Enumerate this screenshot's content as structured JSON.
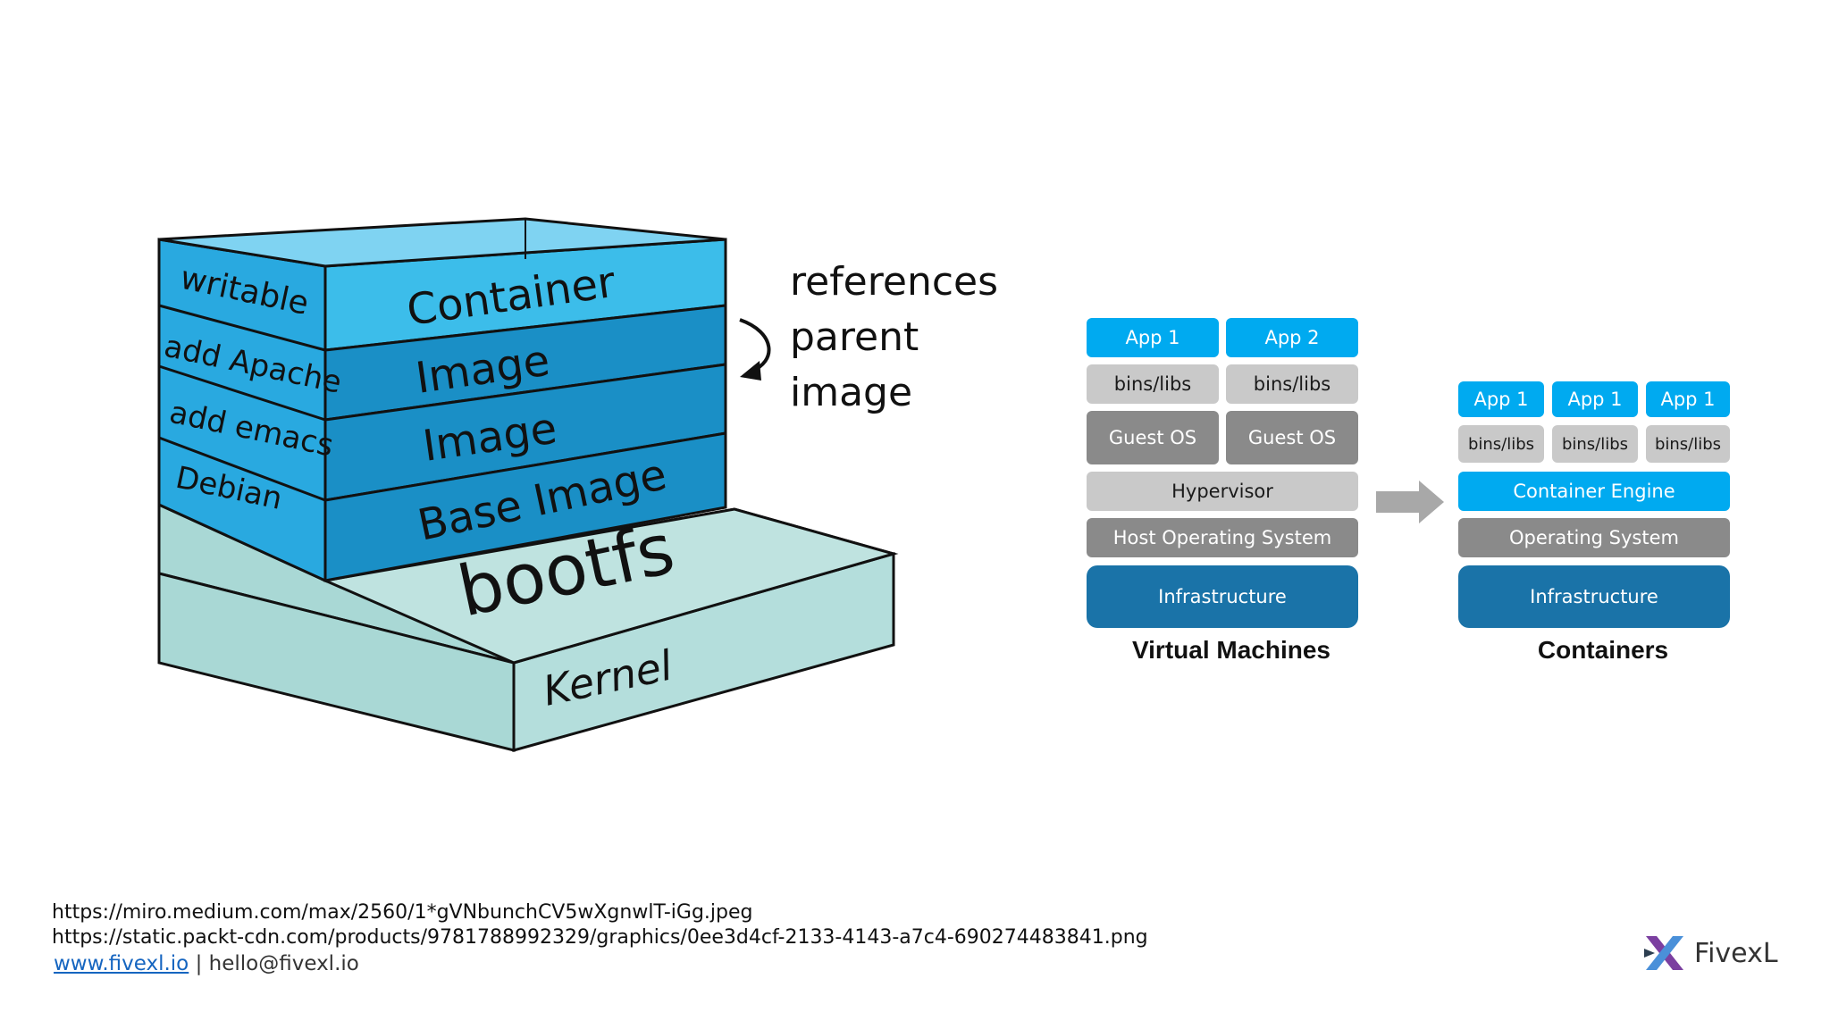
{
  "layer_diagram": {
    "left_labels": [
      "writable",
      "add Apache",
      "add emacs",
      "Debian"
    ],
    "layers": [
      "Container",
      "Image",
      "Image",
      "Base Image"
    ],
    "bootfs_label": "bootfs",
    "kernel_label": "Kernel",
    "annotation_lines": [
      "references",
      "parent",
      "image"
    ]
  },
  "vm_stack": {
    "apps": [
      "App 1",
      "App 2"
    ],
    "bins": [
      "bins/libs",
      "bins/libs"
    ],
    "guest_os": [
      "Guest OS",
      "Guest OS"
    ],
    "hypervisor": "Hypervisor",
    "host_os": "Host Operating System",
    "infrastructure": "Infrastructure",
    "title": "Virtual Machines"
  },
  "container_stack": {
    "apps": [
      "App 1",
      "App 1",
      "App 1"
    ],
    "bins": [
      "bins/libs",
      "bins/libs",
      "bins/libs"
    ],
    "engine": "Container Engine",
    "os": "Operating System",
    "infrastructure": "Infrastructure",
    "title": "Containers"
  },
  "sources": [
    "https://miro.medium.com/max/2560/1*gVNbunchCV5wXgnwlT-iGg.jpeg",
    "https://static.packt-cdn.com/products/9781788992329/graphics/0ee3d4cf-2133-4143-a7c4-690274483841.png"
  ],
  "footer": {
    "website": "www.fivexl.io",
    "separator": " | ",
    "email": "hello@fivexl.io"
  },
  "brand": {
    "name": "FivexL",
    "logo": "fivexl-logo-icon"
  },
  "colors": {
    "container_blue": "#29b6e8",
    "layer_blue": "#1a8fc6",
    "bootfs_green": "#a9d8d5",
    "app_blue": "#00aaf0",
    "infra_blue": "#1a73a8"
  }
}
